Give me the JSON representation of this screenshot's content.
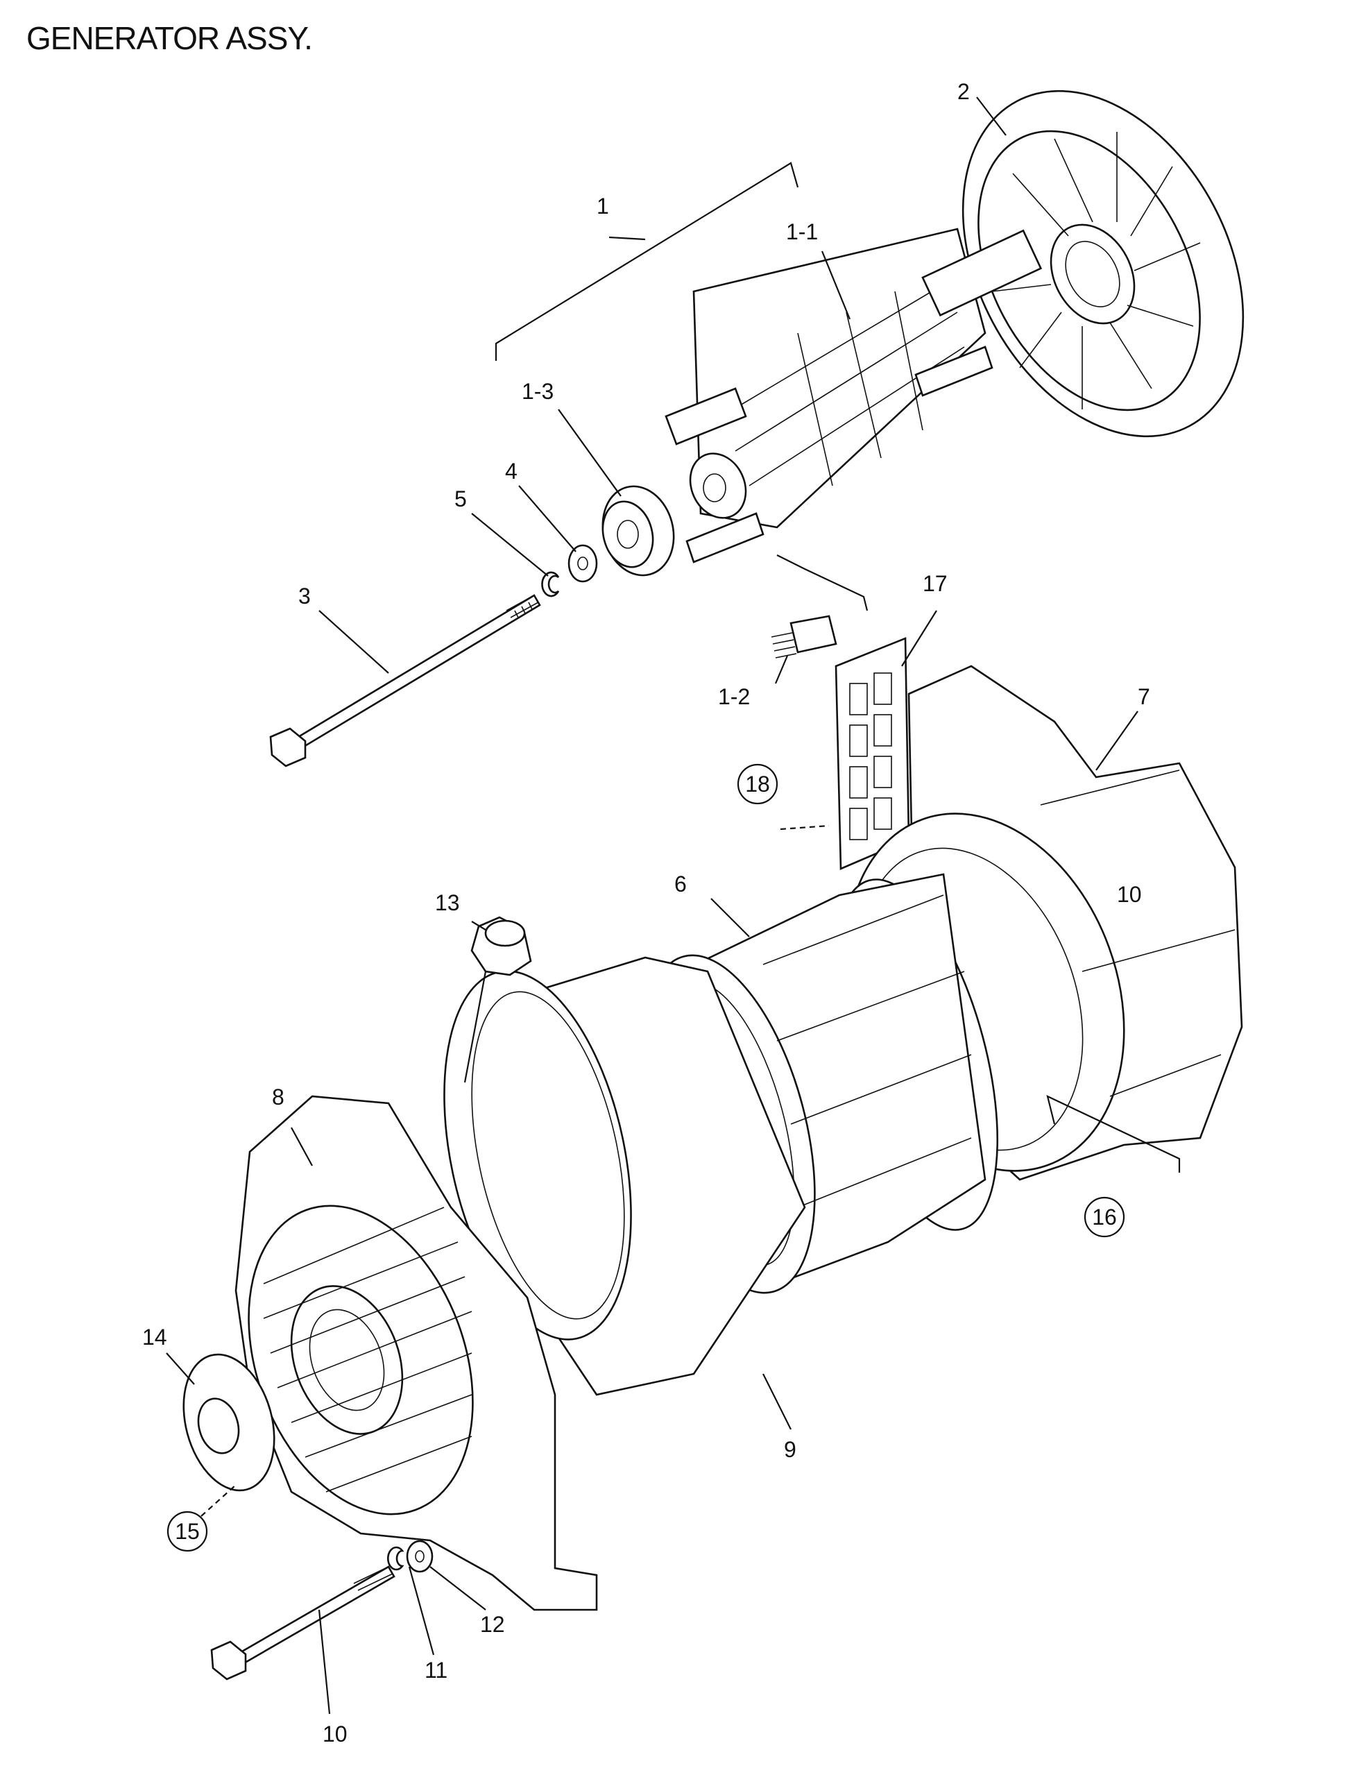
{
  "title": "GENERATOR ASSY.",
  "callouts": [
    "1",
    "1-1",
    "1-2",
    "1-3",
    "2",
    "3",
    "4",
    "5",
    "6",
    "7",
    "8",
    "9",
    "10",
    "11",
    "12",
    "13",
    "14",
    "15",
    "16",
    "17",
    "18"
  ],
  "circled": [
    "15",
    "16",
    "18"
  ]
}
